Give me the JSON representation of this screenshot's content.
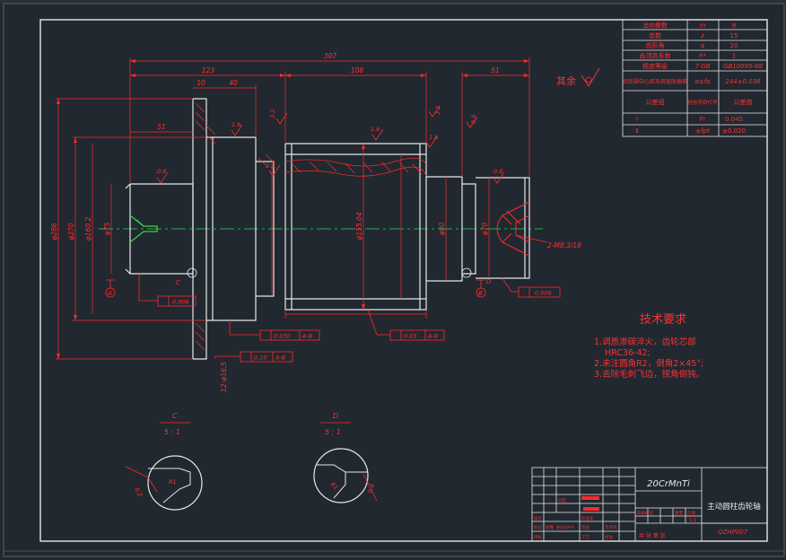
{
  "colors": {
    "background": "#212830",
    "frame": "#e8e8e8",
    "dimension": "#ff2a2a",
    "centerline": "#1fb24a",
    "tech_text": "#ff3030",
    "green_part": "#39d339"
  },
  "param_table": {
    "rows": [
      {
        "label": "法向模数",
        "symbol": "m",
        "value": "8"
      },
      {
        "label": "齿数",
        "symbol": "z",
        "value": "15"
      },
      {
        "label": "齿形角",
        "symbol": "α",
        "value": "20"
      },
      {
        "label": "齿顶高系数",
        "symbol": "h*",
        "value": "1"
      },
      {
        "label": "精度等级",
        "symbol": "7-GB",
        "value": "GB10095-88"
      },
      {
        "label": "齿轮副中心距及其极限偏差",
        "symbol": "α±fα",
        "value": "244±0.036"
      }
    ],
    "group_header": {
      "label": "公差组",
      "col2": "检验项目代号",
      "col3": "公差值"
    },
    "tolerance_rows": [
      {
        "group": "Ⅰ",
        "symbol": "Fr",
        "value": "0.045"
      },
      {
        "group": "Ⅱ",
        "symbol": "±fpt",
        "value": "±0.020"
      }
    ]
  },
  "rest_note": "其余",
  "dimensions": {
    "d307": "307",
    "d123": "123",
    "d108": "108",
    "d51_top": "51",
    "d10": "10",
    "d40": "40",
    "d51_left": "51",
    "d286": "φ286",
    "d270": "φ270",
    "d160": "φ160.2",
    "d75": "φ75",
    "d155": "φ155.04",
    "d80": "φ80",
    "d70": "φ70",
    "thread": "2-M8.3/18",
    "keyway": "12-φ16.5"
  },
  "roughness": {
    "r08_a": "0.8",
    "r16_a": "1.6",
    "r32_a": "3.2",
    "r32_b": "3.2",
    "r16_b": "1.6",
    "r16_c": "1.6",
    "r08_b": "0.8",
    "r08_c": "0.8",
    "r32_c": "3.2"
  },
  "tolerance_frames": {
    "tf1": "0.008",
    "tf2": "0.030",
    "tf2_ref": "A-B",
    "tf3": "0.03",
    "tf3_ref": "A-B",
    "tf4": "0.10",
    "tf4_ref": "A-B",
    "tf5": "0.008"
  },
  "datum_labels": {
    "a": "A",
    "b": "B",
    "c": "C",
    "d": "D"
  },
  "tech_requirements": {
    "title": "技术要求",
    "items": [
      "1.调质渗碳淬火，齿轮芯部",
      "HRC36-42;",
      "2.未注圆角R2，倒角2×45°;",
      "3.去除毛刺飞边，锐角倒钝。"
    ]
  },
  "detail_c": {
    "letter": "C",
    "scale": "5 : 1",
    "r": "R1",
    "w": "0.2"
  },
  "detail_d": {
    "letter": "D",
    "scale": "5 : 1",
    "r": "R1",
    "w": "0.4"
  },
  "title_block": {
    "material": "20CrMnTi",
    "part_name": "主动圆柱齿轮轴",
    "drawing_no": "QZHP007",
    "scale": "1:1",
    "sheet_info": "共  张    第  张",
    "labels": [
      "标记",
      "处数",
      "分区",
      "更改文件号",
      "签名",
      "年月日",
      "设计",
      "审核",
      "工艺",
      "标准化",
      "批准",
      "阶段标记",
      "重量",
      "比例"
    ]
  }
}
